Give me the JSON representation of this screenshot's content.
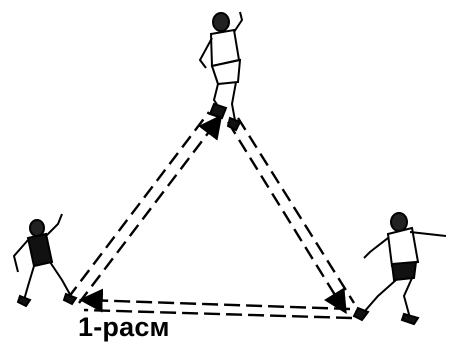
{
  "figure": {
    "caption": "1-расм",
    "ink_color": "#000000",
    "background": "#ffffff",
    "players": [
      {
        "role": "top-player",
        "icon": "footballer-jumping-icon"
      },
      {
        "role": "left-player",
        "icon": "footballer-running-icon"
      },
      {
        "role": "right-player",
        "icon": "footballer-kicking-icon"
      }
    ],
    "pass_lines": [
      {
        "from": "left-player",
        "to": "top-player",
        "style": "double-dashed"
      },
      {
        "from": "top-player",
        "to": "right-player",
        "style": "double-dashed"
      },
      {
        "from": "right-player",
        "to": "left-player",
        "style": "double-dashed"
      }
    ]
  }
}
